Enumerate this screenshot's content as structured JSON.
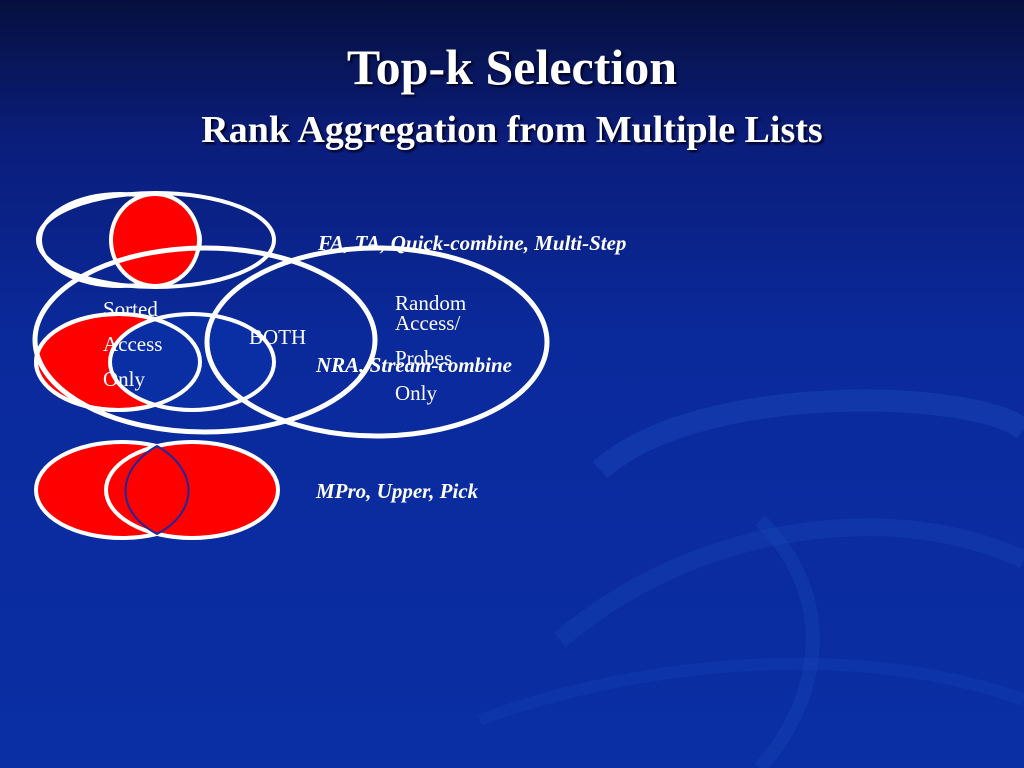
{
  "title": "Top-k Selection",
  "subtitle": "Rank Aggregation from Multiple Lists",
  "rows": {
    "row1_algorithms": "FA, TA, Quick-combine, Multi-Step",
    "row2_algorithms": "NRA, Stream-combine",
    "row3_algorithms": "MPro, Upper, Pick"
  },
  "venn": {
    "left_label": [
      "Sorted",
      "Access",
      "Only"
    ],
    "center_label": "BOTH",
    "right_label": [
      "Random",
      "Access/",
      "Probes",
      "Only"
    ]
  },
  "colors": {
    "fill": "#ff0000",
    "outline": "#ffffff",
    "background": "#0a2ea4"
  }
}
